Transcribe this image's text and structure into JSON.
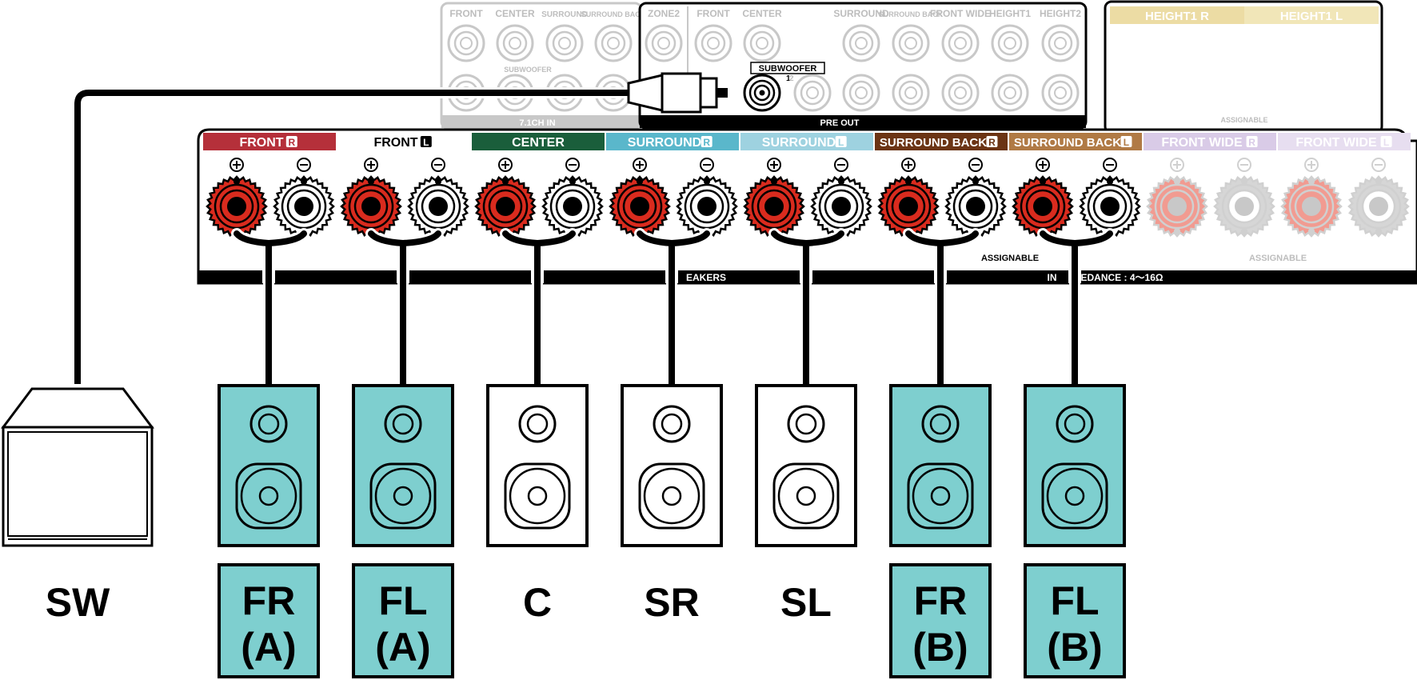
{
  "colors": {
    "front": "#b5303a",
    "center": "#1a5e3b",
    "surround_r": "#5ab7cb",
    "surround_l": "#9ed2e0",
    "sb_r": "#6b3414",
    "sb_l": "#b07a45",
    "fw_r": "#d9cbe7",
    "fw_l": "#e7def0",
    "height_r": "#ecdca4",
    "height_l": "#f1e6b8",
    "speaker_teal": "#7ecfcf",
    "terminal_red": "#d92b1e",
    "terminal_faded": "#f19b91"
  },
  "top_panel": {
    "in_labels": [
      "FRONT",
      "CENTER",
      "SURROUND",
      "SURROUND BACK"
    ],
    "subwoofer_small": "SUBWOOFER",
    "in_footer": "7.1CH IN",
    "zone_labels": [
      "ZONE2",
      "FRONT",
      "CENTER",
      "SURROUND",
      "SURROUND BACK",
      "FRONT WIDE",
      "HEIGHT1",
      "HEIGHT2"
    ],
    "subwoofer_box": "SUBWOOFER",
    "sub_num_1": "1",
    "sub_num_2": "2",
    "pre_out": "PRE OUT",
    "height_labels": [
      "HEIGHT1 R",
      "HEIGHT1 L",
      "HEIGHT1 R",
      "HEIGHT1 L"
    ],
    "height_assignable": "ASSIGNABLE"
  },
  "speaker_panel": {
    "channels": [
      {
        "label": "FRONT",
        "side": "R"
      },
      {
        "label": "FRONT",
        "side": "L"
      },
      {
        "label": "CENTER",
        "side": ""
      },
      {
        "label": "SURROUND",
        "side": "R"
      },
      {
        "label": "SURROUND",
        "side": "L"
      },
      {
        "label": "SURROUND BACK",
        "side": "R"
      },
      {
        "label": "SURROUND BACK",
        "side": "L"
      },
      {
        "label": "FRONT WIDE",
        "side": "R"
      },
      {
        "label": "FRONT WIDE",
        "side": "L"
      }
    ],
    "speakers_text": "EAKERS",
    "impedance_text": "IN         EDANCE : 4～16Ω",
    "assignable_1": "ASSIGNABLE",
    "assignable_2": "ASSIGNABLE"
  },
  "speakers": [
    {
      "id": "SW",
      "lines": [
        "SW"
      ],
      "highlight": false
    },
    {
      "id": "FR-A",
      "lines": [
        "FR",
        "(A)"
      ],
      "highlight": true
    },
    {
      "id": "FL-A",
      "lines": [
        "FL",
        "(A)"
      ],
      "highlight": true
    },
    {
      "id": "C",
      "lines": [
        "C"
      ],
      "highlight": false
    },
    {
      "id": "SR",
      "lines": [
        "SR"
      ],
      "highlight": false
    },
    {
      "id": "SL",
      "lines": [
        "SL"
      ],
      "highlight": false
    },
    {
      "id": "FR-B",
      "lines": [
        "FR",
        "(B)"
      ],
      "highlight": true
    },
    {
      "id": "FL-B",
      "lines": [
        "FL",
        "(B)"
      ],
      "highlight": true
    }
  ]
}
